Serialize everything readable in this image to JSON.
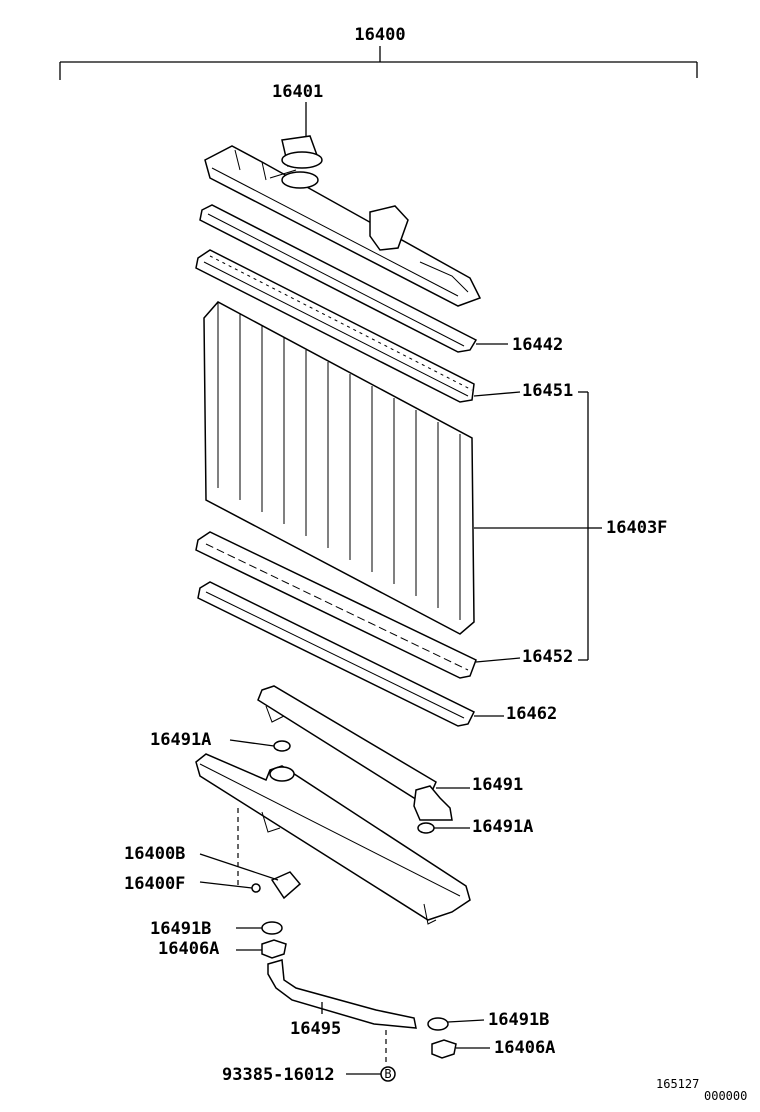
{
  "labels": {
    "assembly": "16400",
    "cap": "16401",
    "upper_gasket": "16442",
    "upper_plate": "16451",
    "core": "16403F",
    "lower_plate": "16452",
    "lower_gasket": "16462",
    "drain_washer_left": "16491A",
    "pipe": "16491",
    "drain_washer_right": "16491A",
    "drain_cock": "16400B",
    "drain_cock_plug": "16400F",
    "washer_left": "16491B",
    "nut_left": "16406A",
    "bracket": "16495",
    "washer_right": "16491B",
    "nut_right": "16406A",
    "bolt": "93385-16012",
    "bolt_marker": "B"
  },
  "reference": {
    "code": "165127",
    "sub": "000000"
  }
}
